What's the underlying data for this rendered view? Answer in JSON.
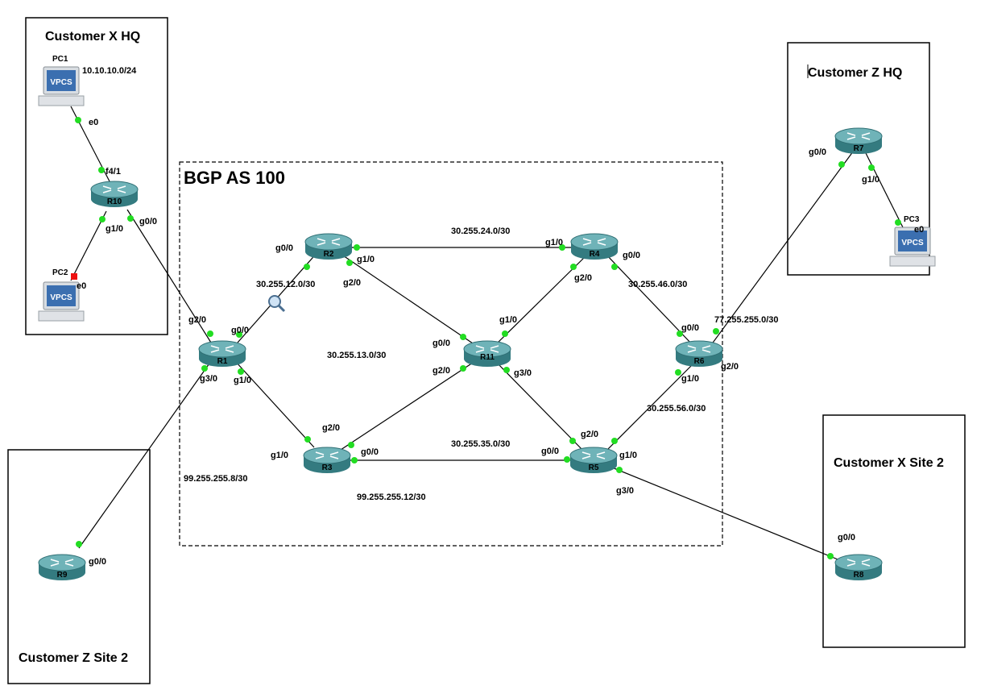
{
  "boxes": {
    "customer_x_hq": "Customer X HQ",
    "customer_z_hq": "Customer Z HQ",
    "customer_x_site2": "Customer X Site 2",
    "customer_z_site2": "Customer Z Site 2",
    "bgp_as": "BGP AS 100"
  },
  "routers": [
    "R1",
    "R2",
    "R3",
    "R4",
    "R5",
    "R6",
    "R7",
    "R8",
    "R9",
    "R10",
    "R11"
  ],
  "pcs": {
    "pc1": "PC1",
    "pc2": "PC2",
    "pc3": "PC3",
    "badge": "VPCS"
  },
  "networks": {
    "lan_x_hq": "10.10.10.0/24",
    "r1_r2": "30.255.12.0/30",
    "r1_r3": "30.255.13.0/30",
    "r2_r4": "30.255.24.0/30",
    "r4_r6": "30.255.46.0/30",
    "r3_r5": "30.255.35.0/30",
    "r5_r6": "30.255.56.0/30",
    "r6_r7": "77.255.255.0/30",
    "r1_r9": "99.255.255.8/30",
    "r5_r8": "99.255.255.12/30"
  },
  "interfaces": {
    "pc1_e0": "e0",
    "r10_f41": "f4/1",
    "r10_g10": "g1/0",
    "r10_g00": "g0/0",
    "pc2_e0": "e0",
    "r1_g20": "g2/0",
    "r1_g00": "g0/0",
    "r1_g30": "g3/0",
    "r1_g10": "g1/0",
    "r2_g00": "g0/0",
    "r2_g10": "g1/0",
    "r2_g20": "g2/0",
    "r4_g10": "g1/0",
    "r4_g00": "g0/0",
    "r4_g20": "g2/0",
    "r11_g10": "g1/0",
    "r11_g00": "g0/0",
    "r11_g20": "g2/0",
    "r11_g30": "g3/0",
    "r6_g00": "g0/0",
    "r6_g10": "g1/0",
    "r6_g20": "g2/0",
    "r3_g20": "g2/0",
    "r3_g10": "g1/0",
    "r3_g00": "g0/0",
    "r5_g00": "g0/0",
    "r5_g20": "g2/0",
    "r5_g10": "g1/0",
    "r5_g30": "g3/0",
    "r7_g00": "g0/0",
    "r7_g10": "g1/0",
    "pc3_e0": "e0",
    "r9_g00": "g0/0",
    "r8_g00": "g0/0"
  },
  "colors": {
    "router_body": "#3f8a8f",
    "router_top": "#6fb3b8",
    "link_dot": "#22dd22",
    "pc2_dot": "#ee1111"
  }
}
